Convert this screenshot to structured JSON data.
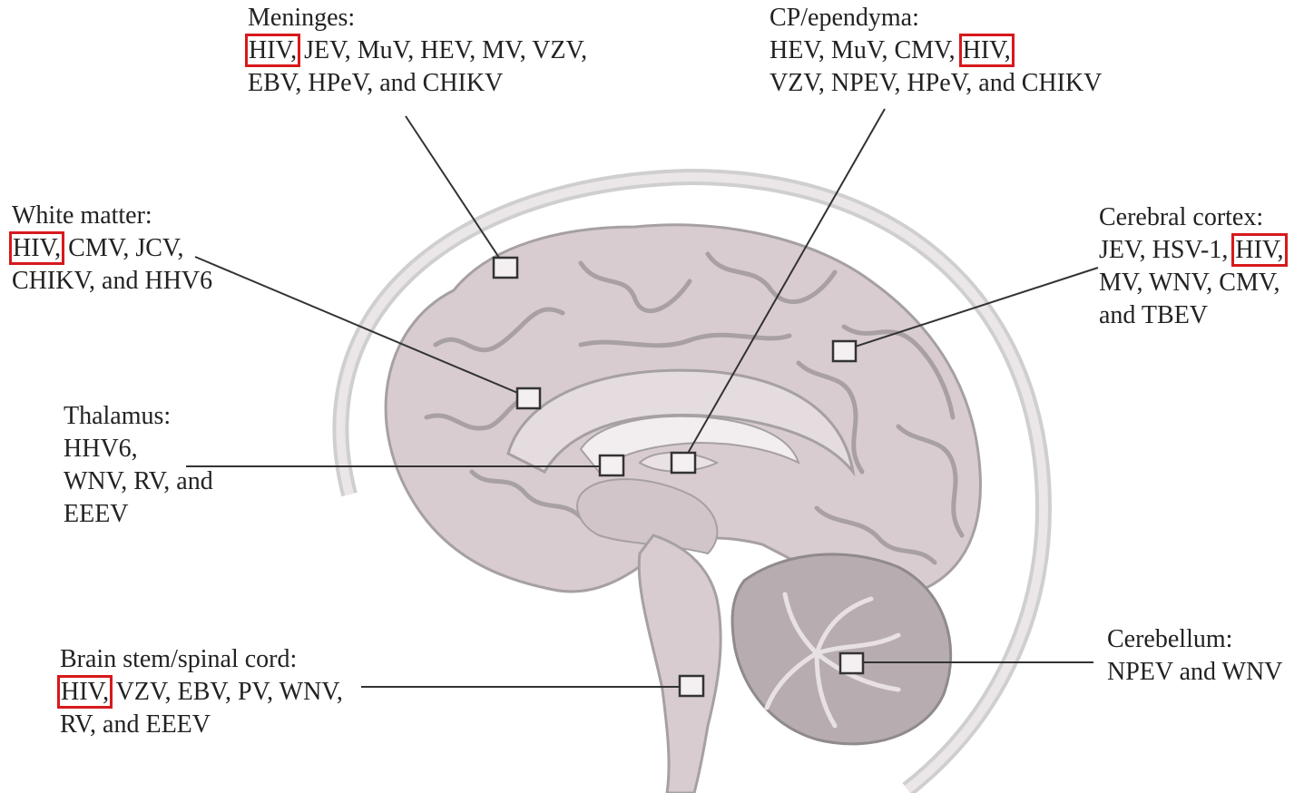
{
  "highlight_color": "#d7191c",
  "brain_fill": "#d7cbcf",
  "brain_stroke": "#9e9e9e",
  "regions": {
    "meninges": {
      "title": "Meninges:",
      "lines": [
        [
          {
            "t": "HIV,",
            "hl": true
          },
          {
            "t": " JEV, MuV, HEV, MV, VZV,",
            "hl": false
          }
        ],
        [
          {
            "t": "EBV, HPeV, and CHIKV",
            "hl": false
          }
        ]
      ]
    },
    "cp_ependyma": {
      "title": "CP/ependyma:",
      "lines": [
        [
          {
            "t": "HEV, MuV, CMV, ",
            "hl": false
          },
          {
            "t": "HIV,",
            "hl": true
          }
        ],
        [
          {
            "t": "VZV, NPEV, HPeV, and CHIKV",
            "hl": false
          }
        ]
      ]
    },
    "white_matter": {
      "title": "White matter:",
      "lines": [
        [
          {
            "t": "HIV,",
            "hl": true
          },
          {
            "t": " CMV, JCV,",
            "hl": false
          }
        ],
        [
          {
            "t": "CHIKV, and HHV6",
            "hl": false
          }
        ]
      ]
    },
    "cerebral_cortex": {
      "title": "Cerebral cortex:",
      "lines": [
        [
          {
            "t": "JEV, HSV-1, ",
            "hl": false
          },
          {
            "t": "HIV,",
            "hl": true
          }
        ],
        [
          {
            "t": "MV, WNV, CMV,",
            "hl": false
          }
        ],
        [
          {
            "t": "and TBEV",
            "hl": false
          }
        ]
      ]
    },
    "thalamus": {
      "title": "Thalamus:",
      "lines": [
        [
          {
            "t": "HHV6,",
            "hl": false
          }
        ],
        [
          {
            "t": "WNV, RV, and",
            "hl": false
          }
        ],
        [
          {
            "t": "EEEV",
            "hl": false
          }
        ]
      ]
    },
    "brain_stem": {
      "title": "Brain stem/spinal cord:",
      "lines": [
        [
          {
            "t": "HIV,",
            "hl": true
          },
          {
            "t": " VZV, EBV, PV, WNV,",
            "hl": false
          }
        ],
        [
          {
            "t": "RV, and EEEV",
            "hl": false
          }
        ]
      ]
    },
    "cerebellum": {
      "title": "Cerebellum:",
      "lines": [
        [
          {
            "t": "NPEV and WNV",
            "hl": false
          }
        ]
      ]
    }
  }
}
